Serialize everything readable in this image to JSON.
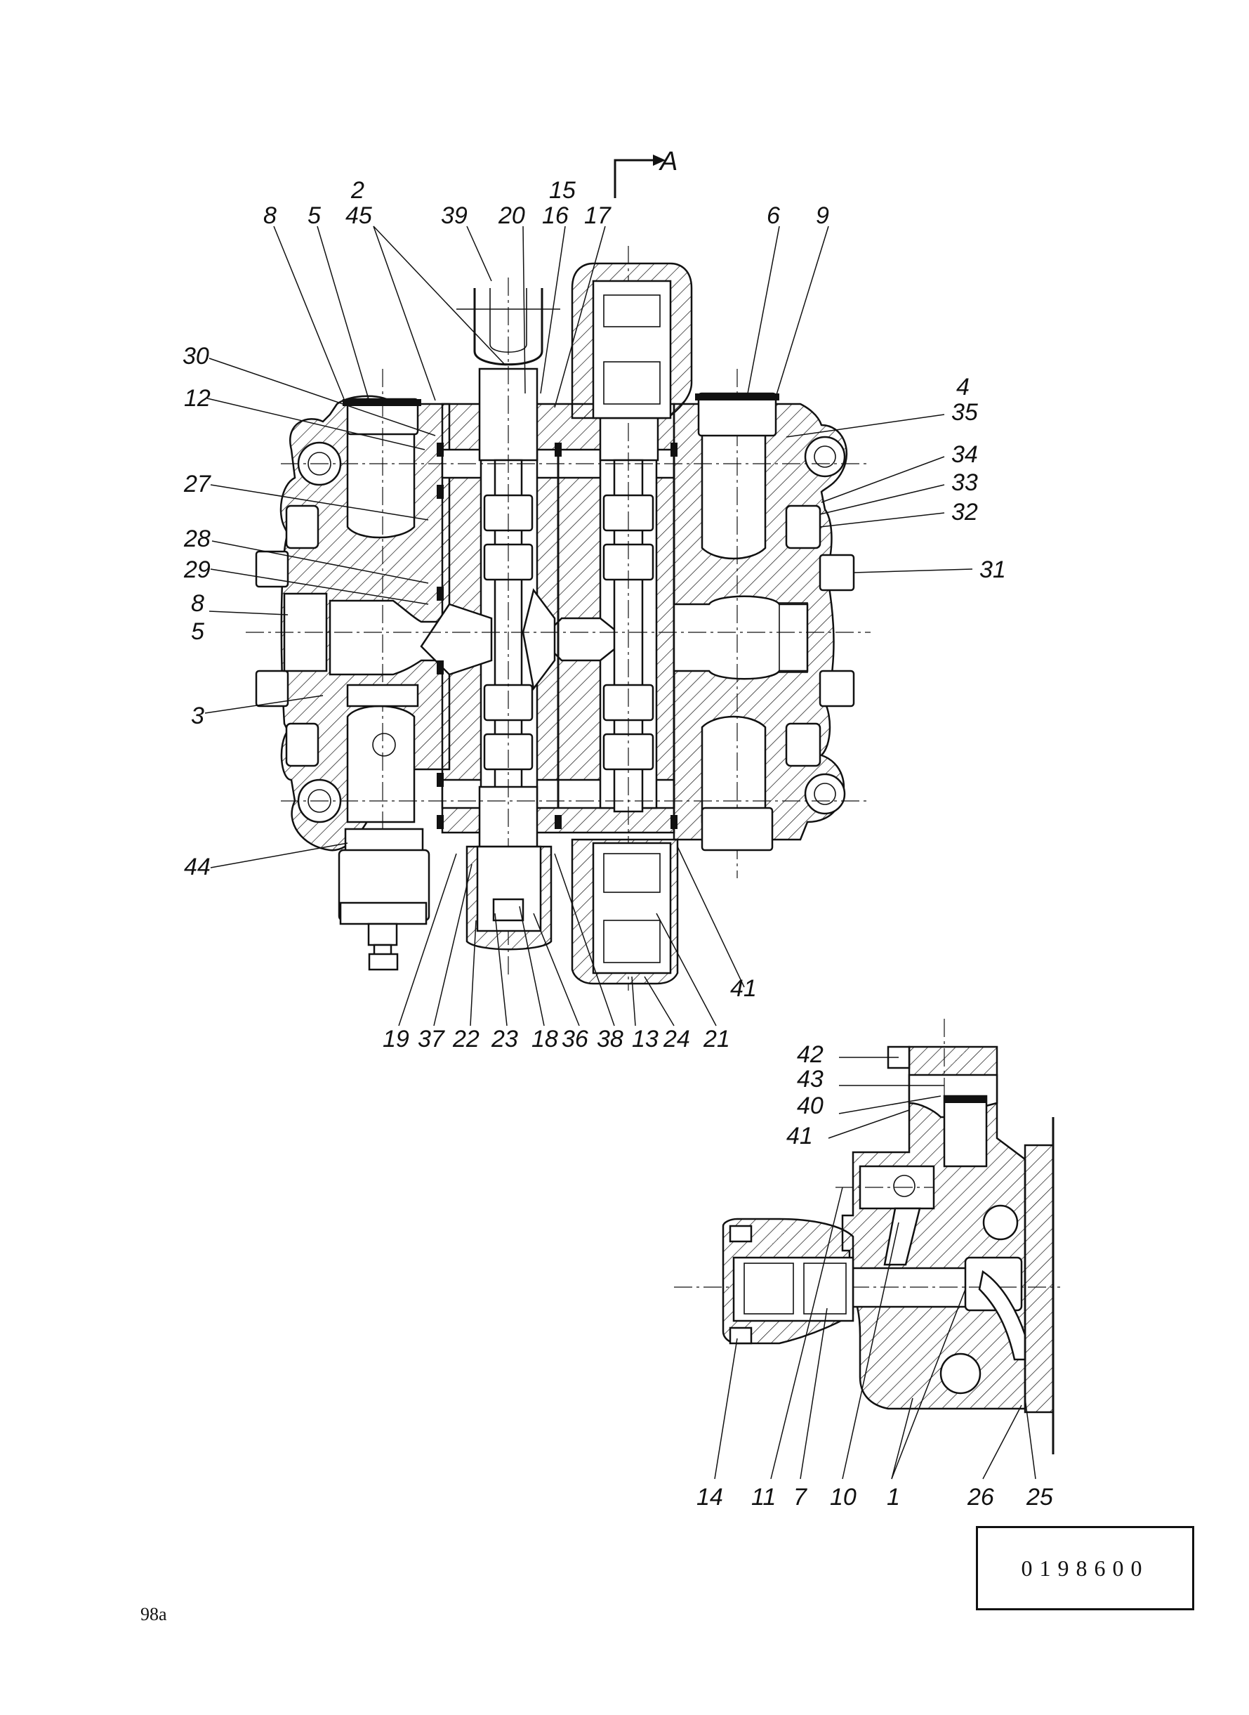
{
  "section_mark": {
    "letter": "A"
  },
  "main_view_labels": [
    "8",
    "5",
    "2",
    "45",
    "39",
    "20",
    "15",
    "16",
    "17",
    "6",
    "9",
    "30",
    "12",
    "27",
    "28",
    "29",
    "8",
    "5",
    "3",
    "44",
    "4",
    "35",
    "34",
    "33",
    "32",
    "31",
    "41",
    "19",
    "37",
    "22",
    "23",
    "18",
    "36",
    "38",
    "13",
    "24",
    "21"
  ],
  "section_view_labels": [
    "42",
    "43",
    "40",
    "41",
    "14",
    "11",
    "7",
    "10",
    "1",
    "26",
    "25"
  ],
  "drawing_number": "0198600",
  "page_number": "98a"
}
